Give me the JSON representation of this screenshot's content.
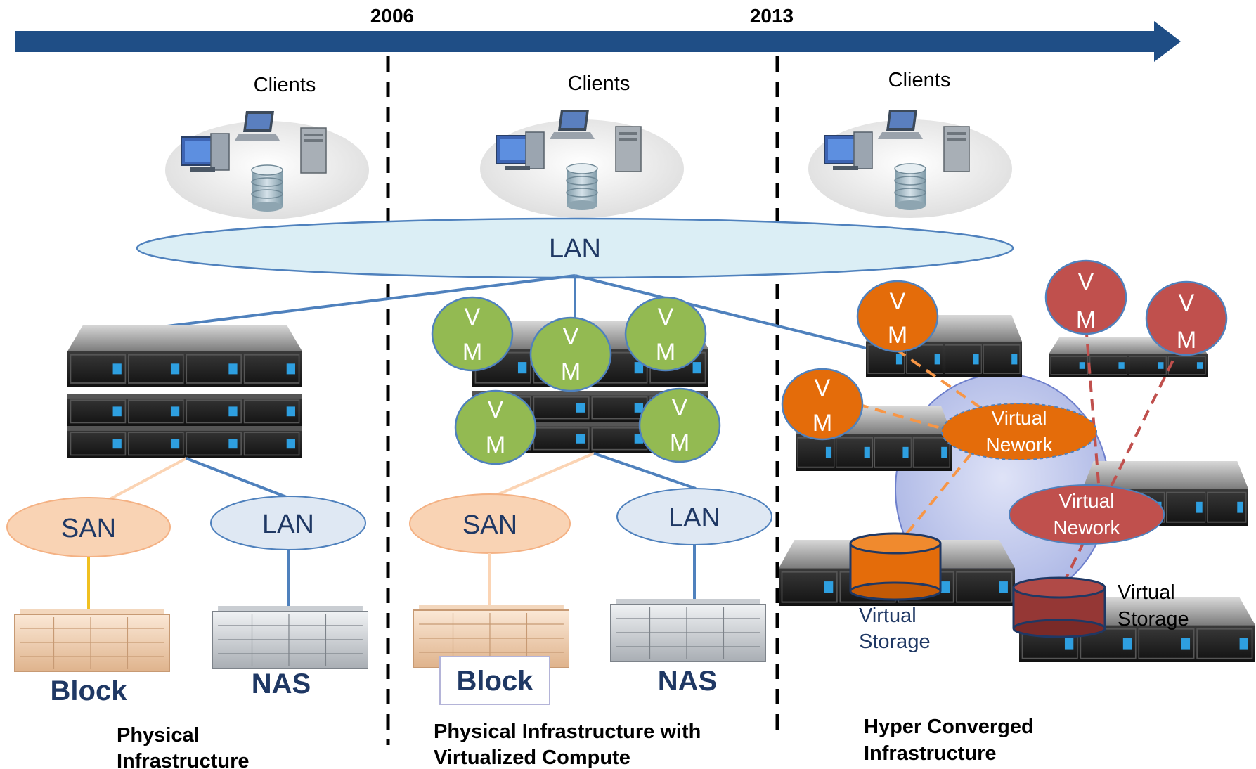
{
  "timeline": {
    "year_2006": "2006",
    "year_2013": "2013",
    "arrow_color": "#1f4e86"
  },
  "colors": {
    "lan_fill": "#dbeef5",
    "san_fill": "#f9d3b4",
    "lan_small_fill": "#dfe8f3",
    "vm_green": "#93ba52",
    "vm_orange": "#e46c0a",
    "vm_red": "#c0504d",
    "blue_text": "#1f3864",
    "link_blue": "#4f81bd"
  },
  "top_network": {
    "label": "LAN"
  },
  "eras": [
    {
      "clients_label": "Clients",
      "san_label": "SAN",
      "lan_label": "LAN",
      "block_label": "Block",
      "nas_label": "NAS",
      "caption_line1": "Physical",
      "caption_line2": "Infrastructure"
    },
    {
      "clients_label": "Clients",
      "san_label": "SAN",
      "lan_label": "LAN",
      "block_label": "Block",
      "nas_label": "NAS",
      "vm_top": "V",
      "vm_bottom": "M",
      "caption_line1": "Physical Infrastructure with",
      "caption_line2": "Virtualized Compute"
    },
    {
      "clients_label": "Clients",
      "vm_top": "V",
      "vm_bottom": "M",
      "virtual_network_line1": "Virtual",
      "virtual_network_line2": "Nework",
      "virtual_storage_line1": "Virtual",
      "virtual_storage_line2": "Storage",
      "caption_line1": "Hyper Converged",
      "caption_line2": "Infrastructure"
    }
  ]
}
